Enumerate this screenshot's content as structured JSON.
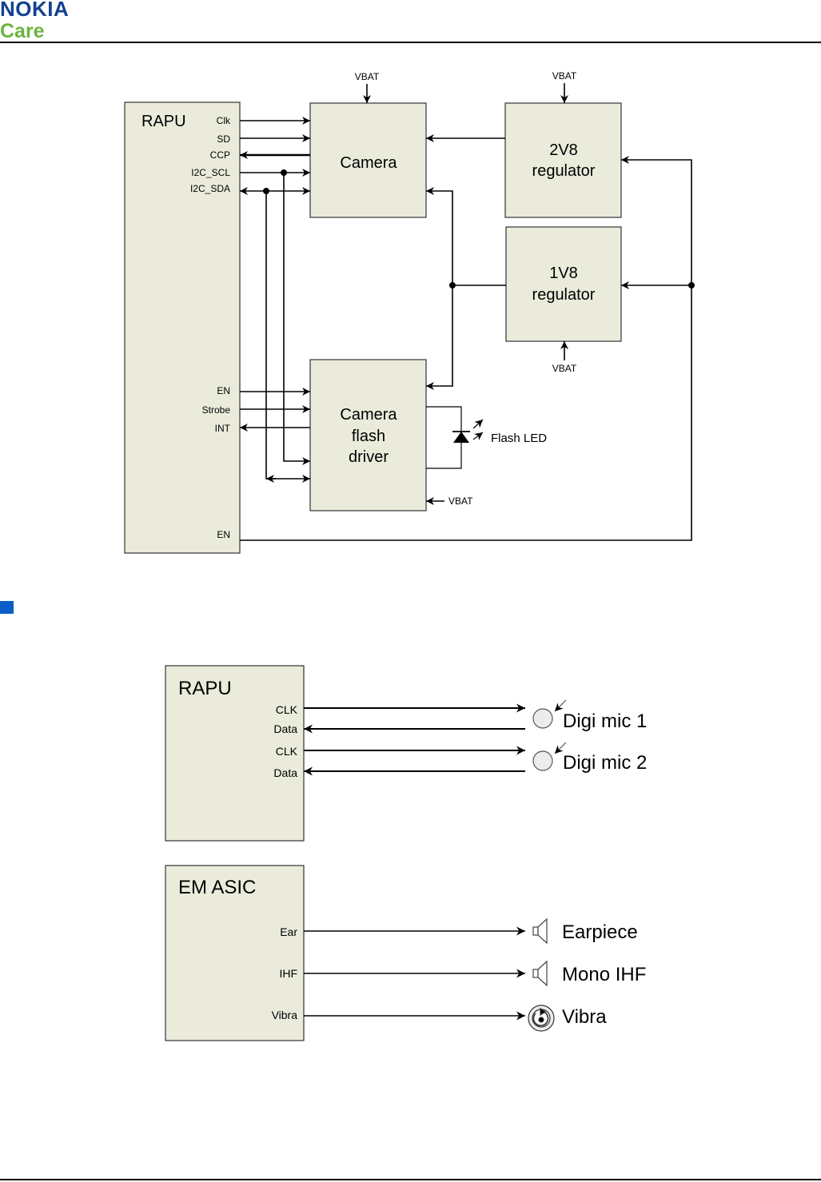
{
  "header": {
    "logo_primary": "NOKIA",
    "logo_secondary": "Care",
    "logo_primary_color": "#124191",
    "logo_secondary_color": "#6db33f"
  },
  "section_marker_color": "#0a5ec6",
  "box_fill": "#ebebdc",
  "camera_diagram": {
    "rapu": {
      "title": "RAPU",
      "pins": [
        "Clk",
        "SD",
        "CCP",
        "I2C_SCL",
        "I2C_SDA",
        "EN",
        "Strobe",
        "INT",
        "EN"
      ]
    },
    "camera": "Camera",
    "reg2v8": [
      "2V8",
      "regulator"
    ],
    "reg1v8": [
      "1V8",
      "regulator"
    ],
    "flash_driver": [
      "Camera",
      "flash",
      "driver"
    ],
    "flash_led": "Flash LED",
    "vbat": "VBAT"
  },
  "audio_diagram": {
    "rapu": {
      "title": "RAPU",
      "pins": [
        "CLK",
        "Data",
        "CLK",
        "Data"
      ]
    },
    "mics": [
      "Digi mic 1",
      "Digi mic 2"
    ],
    "em_asic": {
      "title": "EM ASIC",
      "pins": [
        "Ear",
        "IHF",
        "Vibra"
      ]
    },
    "outputs": [
      "Earpiece",
      "Mono IHF",
      "Vibra"
    ]
  }
}
